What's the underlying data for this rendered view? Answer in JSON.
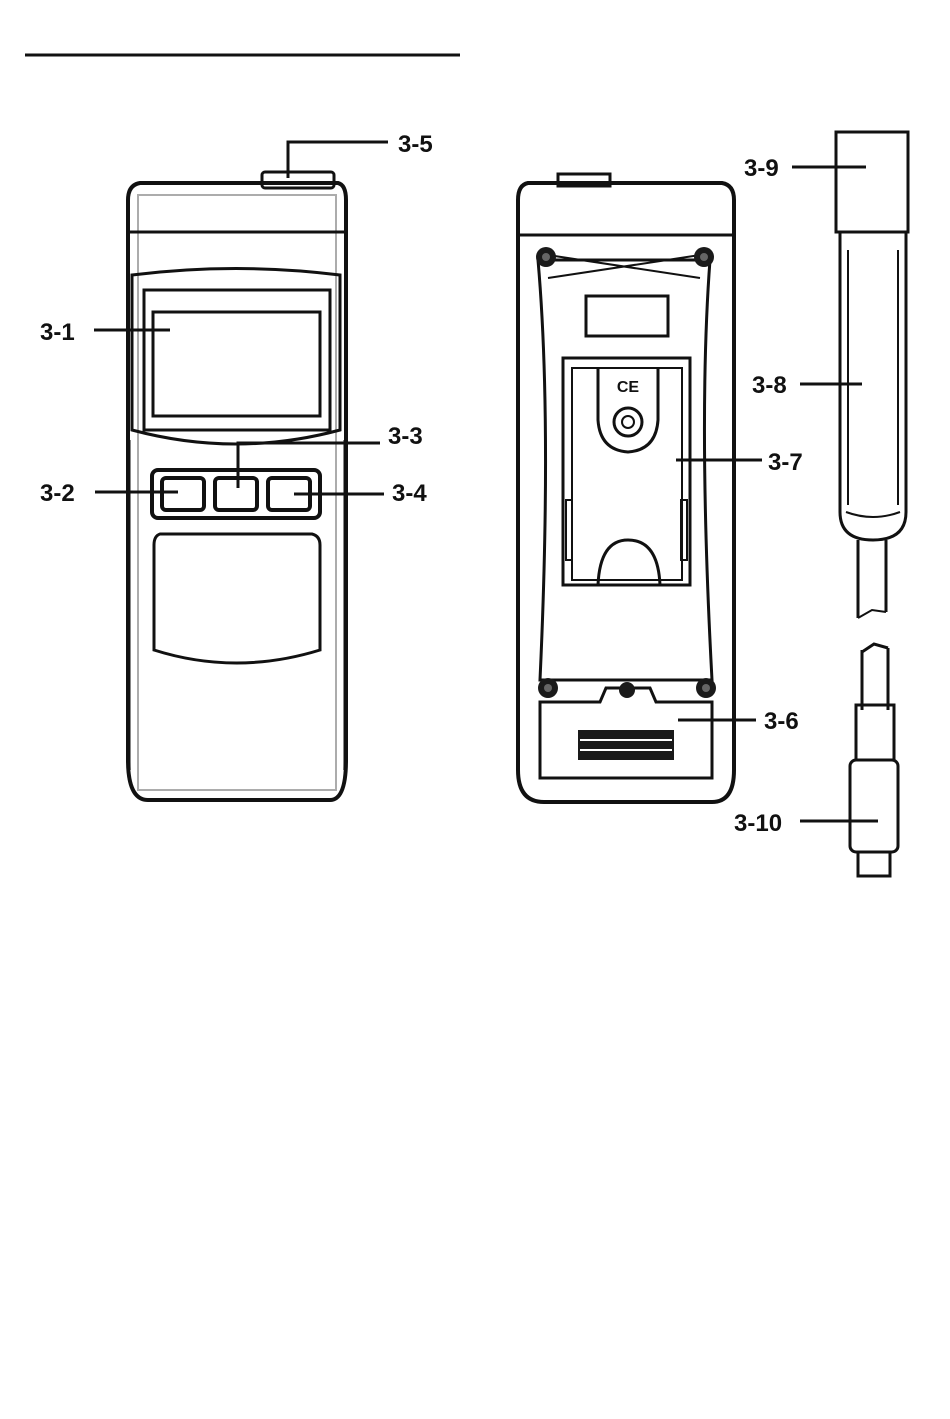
{
  "callouts": {
    "c3_1": "3-1",
    "c3_2": "3-2",
    "c3_3": "3-3",
    "c3_4": "3-4",
    "c3_5": "3-5",
    "c3_6": "3-6",
    "c3_7": "3-7",
    "c3_8": "3-8",
    "c3_9": "3-9",
    "c3_10": "3-10"
  },
  "certification_mark": "CE",
  "colors": {
    "line": "#111111",
    "background": "#ffffff",
    "panel": "#1a1a1a"
  }
}
